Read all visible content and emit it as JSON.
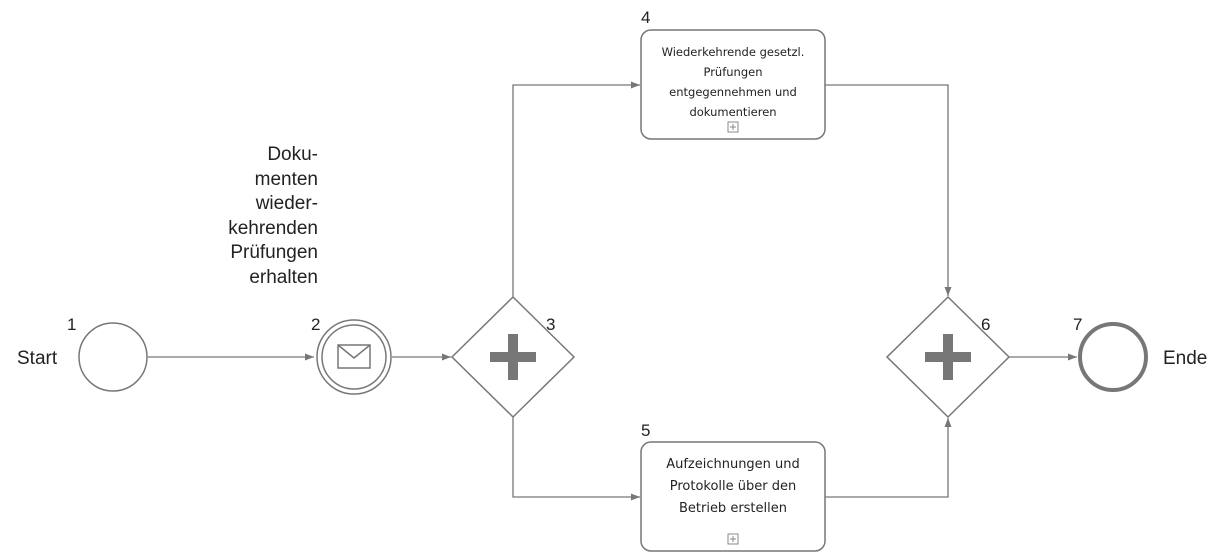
{
  "nodes": {
    "start": {
      "number": "1",
      "label": "Start"
    },
    "message_event": {
      "number": "2",
      "label_lines": [
        "Doku-",
        "menten",
        "wieder-",
        "kehrenden",
        "Prüfungen",
        "erhalten"
      ]
    },
    "gateway_split": {
      "number": "3"
    },
    "task_pruefungen": {
      "number": "4",
      "label_lines": [
        "Wiederkehrende gesetzl.",
        "Prüfungen",
        "entgegennehmen und",
        "dokumentieren"
      ]
    },
    "task_aufzeichnungen": {
      "number": "5",
      "label_lines": [
        "Aufzeichnungen und",
        "Protokolle über den",
        "Betrieb erstellen"
      ]
    },
    "gateway_join": {
      "number": "6"
    },
    "end": {
      "number": "7",
      "label": "Ende"
    }
  }
}
